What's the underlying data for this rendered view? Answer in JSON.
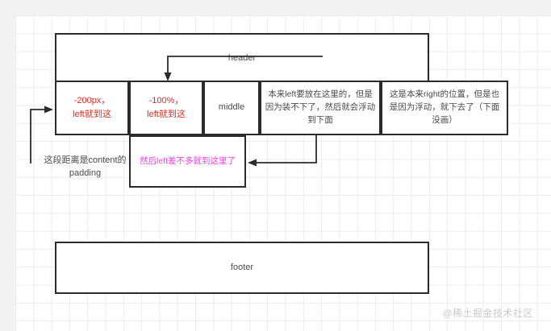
{
  "canvas": {
    "background": "#f2f2f2",
    "grid_color": "#ececec",
    "stroke_color": "#2b2b2b"
  },
  "colors": {
    "red": "#e8271e",
    "magenta": "#f23df2",
    "text": "#4a4a4a",
    "watermark": "#c9c9c9"
  },
  "boxes": {
    "header": {
      "label": "header"
    },
    "left_200px": {
      "line1": "-200px，",
      "line2": "left就到这"
    },
    "left_100pct": {
      "line1": "-100%，",
      "line2": "left就到这"
    },
    "middle": {
      "label": "middle"
    },
    "left_note": {
      "text": "本来left要放在这里的，但是因为装不下了，然后就会浮动到下面"
    },
    "right_note": {
      "text": "这是本来right的位置，但是也是因为浮动，就下去了（下面没画）"
    },
    "left_moved": {
      "text": "然后left差不多就到这里了"
    },
    "footer": {
      "label": "footer"
    }
  },
  "annotations": {
    "padding_note": "这段距离是content的padding"
  },
  "watermark": {
    "text": "@稀土掘金技术社区"
  }
}
